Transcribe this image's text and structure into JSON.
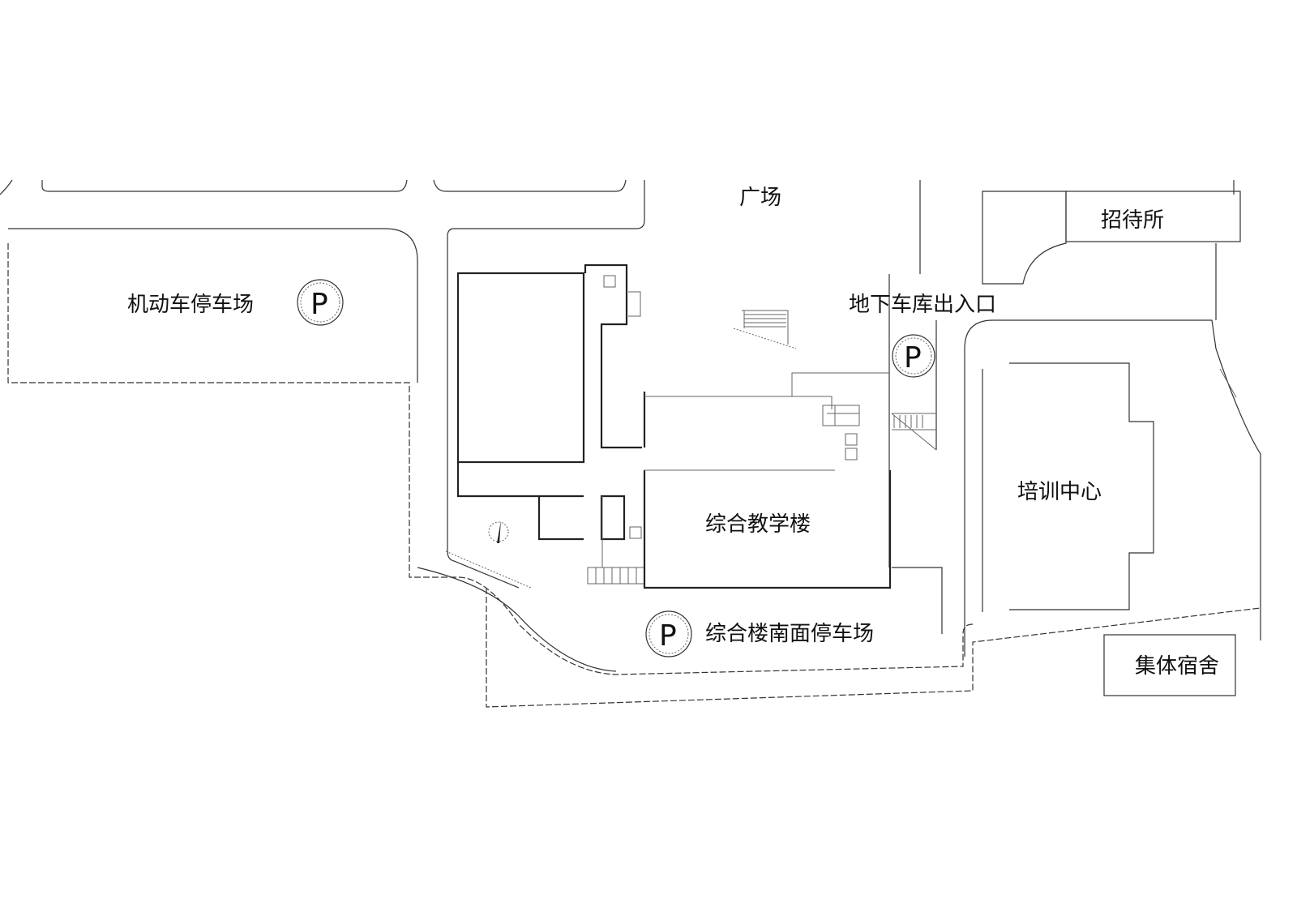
{
  "labels": {
    "plaza": "广场",
    "guesthouse": "招待所",
    "vehicle_parking": "机动车停车场",
    "underground_garage_entrance": "地下车库出入口",
    "training_center": "培训中心",
    "teaching_building": "综合教学楼",
    "south_parking": "综合楼南面停车场",
    "dormitory": "集体宿舍"
  },
  "parking_symbol": "P"
}
